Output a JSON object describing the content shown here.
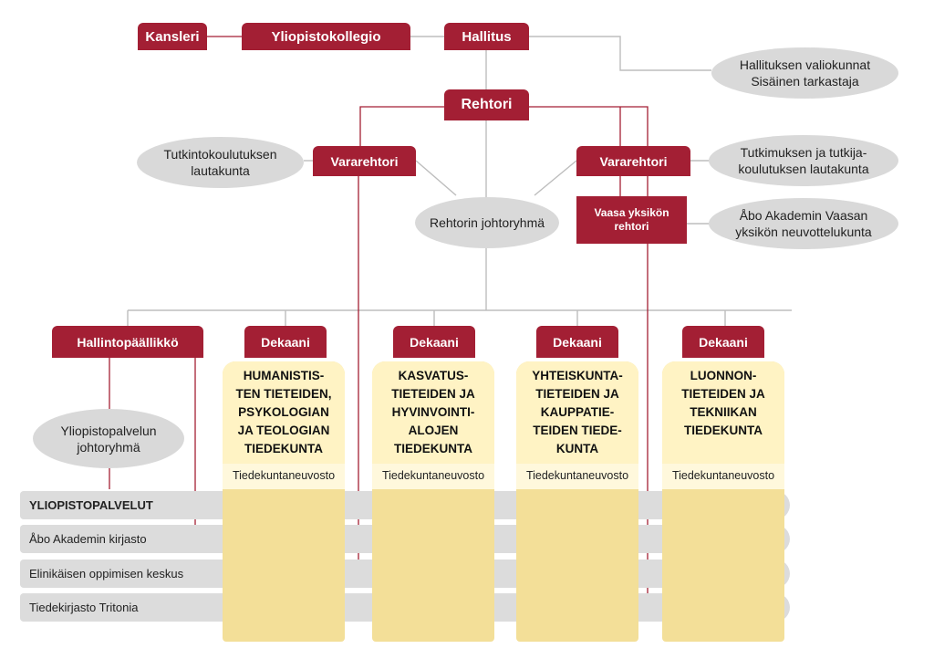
{
  "top": {
    "kansleri": "Kansleri",
    "yliopistokollegio": "Yliopistokollegio",
    "hallitus": "Hallitus",
    "hallitus_note": "Hallituksen valiokunnat\nSisäinen tarkastaja"
  },
  "rehtori": "Rehtori",
  "left_board": "Tutkintokoulutuksen\nlautakunta",
  "vararehtori_left": "Vararehtori",
  "vararehtori_right": "Vararehtori",
  "right_board": "Tutkimuksen ja tutkija-\nkoulutuksen lautakunta",
  "johtoryhma": "Rehtorin johtoryhmä",
  "vaasa_rehtori": "Vaasa yksikön\nrehtori",
  "vaasa_board": "Åbo Akademin Vaasan\nyksikön neuvottelukunta",
  "hallintopaallikko": "Hallintopäällikkö",
  "palvelu_johtoryhma": "Yliopistopalvelun\njohtoryhmä",
  "faculties": [
    {
      "head": "Dekaani",
      "name": "HUMANISTIS-\nTEN TIETEIDEN,\nPSYKOLOGIAN\nJA TEOLOGIAN\nTIEDEKUNTA",
      "council": "Tiedekuntaneuvosto"
    },
    {
      "head": "Dekaani",
      "name": "KASVATUS-\nTIETEIDEN JA\nHYVINVOINTI-\nALOJEN\nTIEDEKUNTA",
      "council": "Tiedekuntaneuvosto"
    },
    {
      "head": "Dekaani",
      "name": "YHTEISKUNTA-\nTIETEIDEN JA\nKAUPPATIE-\nTEIDEN TIEDE-\nKUNTA",
      "council": "Tiedekuntaneuvosto"
    },
    {
      "head": "Dekaani",
      "name": "LUONNON-\nTIETEIDEN JA\nTEKNIIKAN\nTIEDEKUNTA",
      "council": "Tiedekuntaneuvosto"
    }
  ],
  "services": {
    "header": "YLIOPISTOPALVELUT",
    "items": [
      "Åbo Akademin kirjasto",
      "Elinikäisen oppimisen keskus",
      "Tiedekirjasto Tritonia"
    ]
  },
  "colors": {
    "primary": "#a31f34",
    "ellipse": "#d9d9d9",
    "faculty": "#f3df98",
    "bar": "#dcdcdc"
  }
}
